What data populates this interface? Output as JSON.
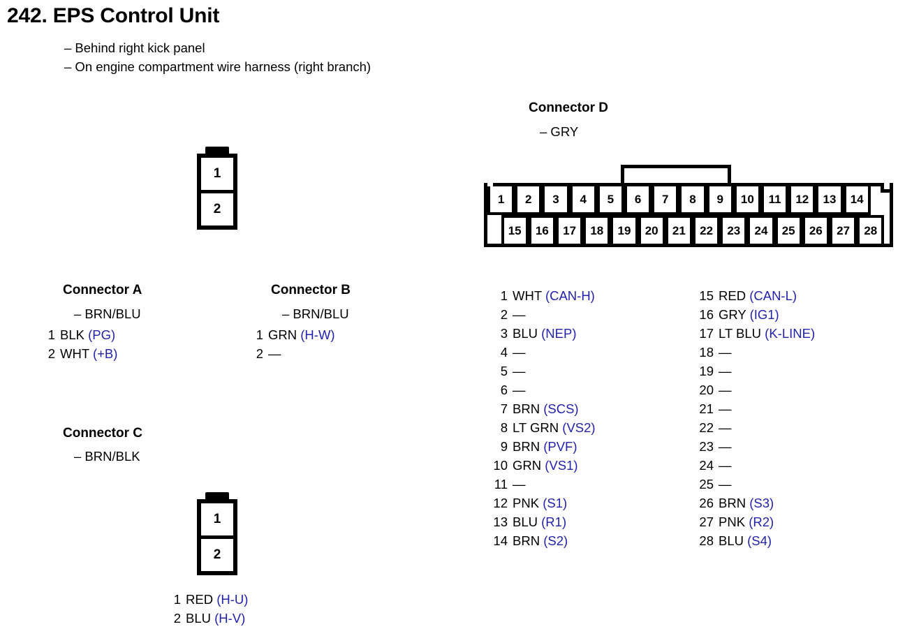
{
  "page": {
    "number": "242.",
    "title": "EPS Control Unit",
    "title_full": "242.  EPS Control Unit",
    "notes": [
      "– Behind right kick panel",
      "– On engine compartment wire harness (right branch)"
    ]
  },
  "colors": {
    "signal_blue": "#2222aa",
    "ink": "#000000",
    "background": "#ffffff"
  },
  "dash": "—",
  "top_connector": {
    "cells": [
      "1",
      "2"
    ]
  },
  "connectors": [
    {
      "id": "A",
      "heading": "Connector A",
      "subtitle": "– BRN/BLU",
      "pins": [
        {
          "no": "1",
          "wire": "BLK",
          "signal": "(PG)"
        },
        {
          "no": "2",
          "wire": "WHT",
          "signal": "(+B)"
        }
      ]
    },
    {
      "id": "B",
      "heading": "Connector B",
      "subtitle": "– BRN/BLU",
      "pins": [
        {
          "no": "1",
          "wire": "GRN",
          "signal": "(H-W)"
        },
        {
          "no": "2",
          "wire": "—",
          "signal": ""
        }
      ]
    },
    {
      "id": "C",
      "heading": "Connector C",
      "subtitle": "– BRN/BLK",
      "cells": [
        "1",
        "2"
      ],
      "pins": [
        {
          "no": "1",
          "wire": "RED",
          "signal": "(H-U)"
        },
        {
          "no": "2",
          "wire": "BLU",
          "signal": "(H-V)"
        }
      ]
    },
    {
      "id": "D",
      "heading": "Connector D",
      "subtitle": "– GRY",
      "top_row_cells": [
        "1",
        "2",
        "3",
        "4",
        "5",
        "6",
        "7",
        "8",
        "9",
        "10",
        "11",
        "12",
        "13",
        "14"
      ],
      "bottom_row_cells": [
        "15",
        "16",
        "17",
        "18",
        "19",
        "20",
        "21",
        "22",
        "23",
        "24",
        "25",
        "26",
        "27",
        "28"
      ],
      "pins_left": [
        {
          "no": "1",
          "wire": "WHT",
          "signal": "(CAN-H)"
        },
        {
          "no": "2",
          "wire": "—",
          "signal": ""
        },
        {
          "no": "3",
          "wire": "BLU",
          "signal": "(NEP)"
        },
        {
          "no": "4",
          "wire": "—",
          "signal": ""
        },
        {
          "no": "5",
          "wire": "—",
          "signal": ""
        },
        {
          "no": "6",
          "wire": "—",
          "signal": ""
        },
        {
          "no": "7",
          "wire": "BRN",
          "signal": "(SCS)"
        },
        {
          "no": "8",
          "wire": "LT GRN",
          "signal": "(VS2)"
        },
        {
          "no": "9",
          "wire": "BRN",
          "signal": "(PVF)"
        },
        {
          "no": "10",
          "wire": "GRN",
          "signal": "(VS1)"
        },
        {
          "no": "11",
          "wire": "—",
          "signal": ""
        },
        {
          "no": "12",
          "wire": "PNK",
          "signal": "(S1)"
        },
        {
          "no": "13",
          "wire": "BLU",
          "signal": "(R1)"
        },
        {
          "no": "14",
          "wire": "BRN",
          "signal": "(S2)"
        }
      ],
      "pins_right": [
        {
          "no": "15",
          "wire": "RED",
          "signal": "(CAN-L)"
        },
        {
          "no": "16",
          "wire": "GRY",
          "signal": "(IG1)"
        },
        {
          "no": "17",
          "wire": "LT BLU",
          "signal": "(K-LINE)"
        },
        {
          "no": "18",
          "wire": "—",
          "signal": ""
        },
        {
          "no": "19",
          "wire": "—",
          "signal": ""
        },
        {
          "no": "20",
          "wire": "—",
          "signal": ""
        },
        {
          "no": "21",
          "wire": "—",
          "signal": ""
        },
        {
          "no": "22",
          "wire": "—",
          "signal": ""
        },
        {
          "no": "23",
          "wire": "—",
          "signal": ""
        },
        {
          "no": "24",
          "wire": "—",
          "signal": ""
        },
        {
          "no": "25",
          "wire": "—",
          "signal": ""
        },
        {
          "no": "26",
          "wire": "BRN",
          "signal": "(S3)"
        },
        {
          "no": "27",
          "wire": "PNK",
          "signal": "(R2)"
        },
        {
          "no": "28",
          "wire": "BLU",
          "signal": "(S4)"
        }
      ]
    }
  ]
}
